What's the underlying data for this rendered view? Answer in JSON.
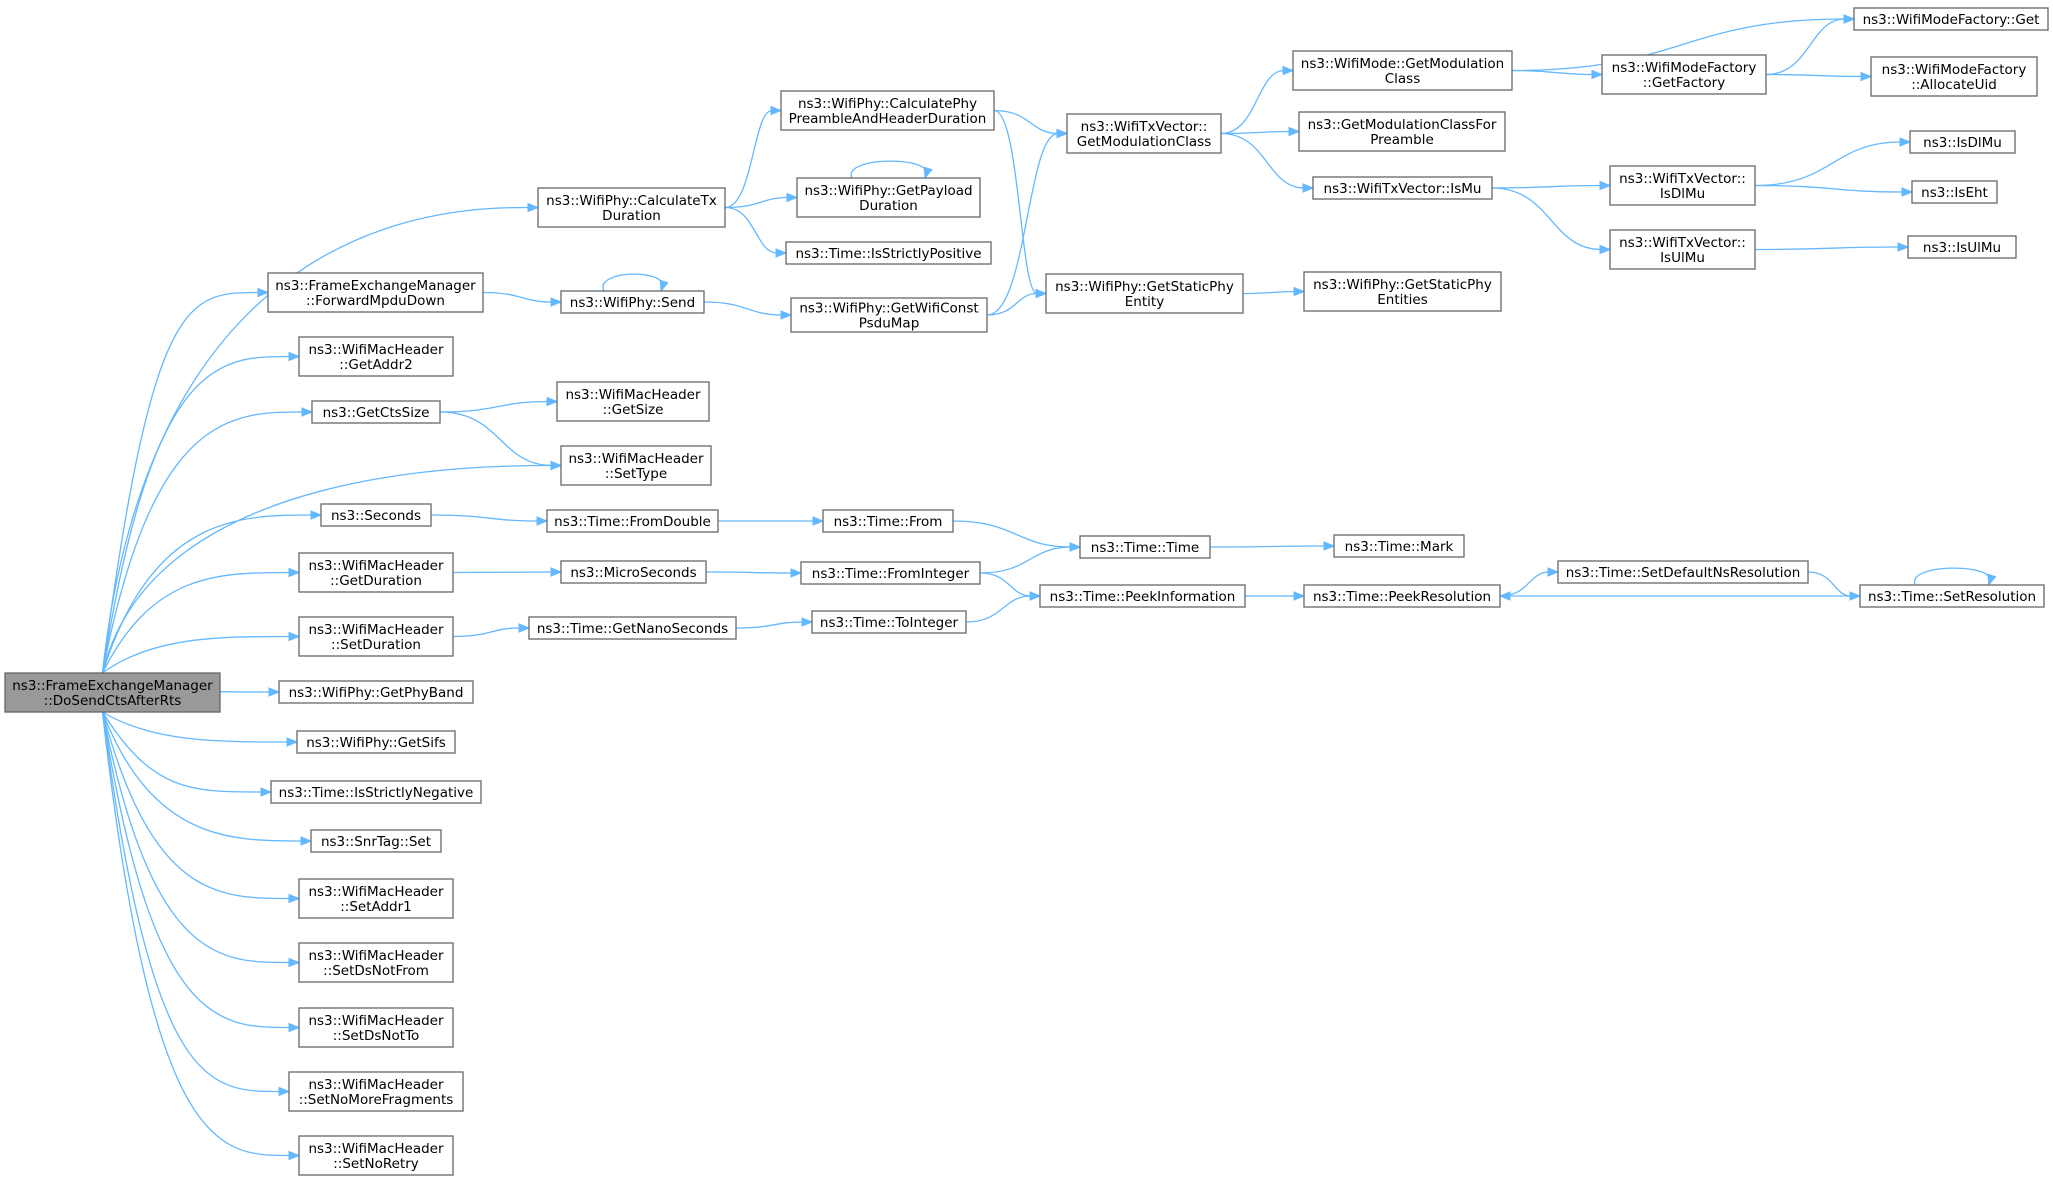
{
  "graph": {
    "nodes": [
      {
        "id": "root",
        "lines": [
          "ns3::FrameExchangeManager",
          "::DoSendCtsAfterRts"
        ],
        "root": true
      },
      {
        "id": "calcTx",
        "lines": [
          "ns3::WifiPhy::CalculateTx",
          "Duration"
        ]
      },
      {
        "id": "fwdMpdu",
        "lines": [
          "ns3::FrameExchangeManager",
          "::ForwardMpduDown"
        ]
      },
      {
        "id": "getAddr2",
        "lines": [
          "ns3::WifiMacHeader",
          "::GetAddr2"
        ]
      },
      {
        "id": "getCtsSize",
        "lines": [
          "ns3::GetCtsSize"
        ]
      },
      {
        "id": "seconds",
        "lines": [
          "ns3::Seconds"
        ]
      },
      {
        "id": "getDuration",
        "lines": [
          "ns3::WifiMacHeader",
          "::GetDuration"
        ]
      },
      {
        "id": "setDuration",
        "lines": [
          "ns3::WifiMacHeader",
          "::SetDuration"
        ]
      },
      {
        "id": "getPhyBand",
        "lines": [
          "ns3::WifiPhy::GetPhyBand"
        ]
      },
      {
        "id": "getSifs",
        "lines": [
          "ns3::WifiPhy::GetSifs"
        ]
      },
      {
        "id": "isStrictlyNeg",
        "lines": [
          "ns3::Time::IsStrictlyNegative"
        ]
      },
      {
        "id": "snrSet",
        "lines": [
          "ns3::SnrTag::Set"
        ]
      },
      {
        "id": "setAddr1",
        "lines": [
          "ns3::WifiMacHeader",
          "::SetAddr1"
        ]
      },
      {
        "id": "setDsNotFrom",
        "lines": [
          "ns3::WifiMacHeader",
          "::SetDsNotFrom"
        ]
      },
      {
        "id": "setDsNotTo",
        "lines": [
          "ns3::WifiMacHeader",
          "::SetDsNotTo"
        ]
      },
      {
        "id": "setNoMoreFrag",
        "lines": [
          "ns3::WifiMacHeader",
          "::SetNoMoreFragments"
        ]
      },
      {
        "id": "setNoRetry",
        "lines": [
          "ns3::WifiMacHeader",
          "::SetNoRetry"
        ]
      },
      {
        "id": "calcPreamble",
        "lines": [
          "ns3::WifiPhy::CalculatePhy",
          "PreambleAndHeaderDuration"
        ]
      },
      {
        "id": "getPayload",
        "lines": [
          "ns3::WifiPhy::GetPayload",
          "Duration"
        ]
      },
      {
        "id": "isStrictlyPos",
        "lines": [
          "ns3::Time::IsStrictlyPositive"
        ]
      },
      {
        "id": "send",
        "lines": [
          "ns3::WifiPhy::Send"
        ]
      },
      {
        "id": "getWifiConst",
        "lines": [
          "ns3::WifiPhy::GetWifiConst",
          "PsduMap"
        ]
      },
      {
        "id": "getSize",
        "lines": [
          "ns3::WifiMacHeader",
          "::GetSize"
        ]
      },
      {
        "id": "setType",
        "lines": [
          "ns3::WifiMacHeader",
          "::SetType"
        ]
      },
      {
        "id": "fromDouble",
        "lines": [
          "ns3::Time::FromDouble"
        ]
      },
      {
        "id": "from",
        "lines": [
          "ns3::Time::From"
        ]
      },
      {
        "id": "microSeconds",
        "lines": [
          "ns3::MicroSeconds"
        ]
      },
      {
        "id": "fromInteger",
        "lines": [
          "ns3::Time::FromInteger"
        ]
      },
      {
        "id": "getNano",
        "lines": [
          "ns3::Time::GetNanoSeconds"
        ]
      },
      {
        "id": "toInteger",
        "lines": [
          "ns3::Time::ToInteger"
        ]
      },
      {
        "id": "txGetModClass",
        "lines": [
          "ns3::WifiTxVector::",
          "GetModulationClass"
        ]
      },
      {
        "id": "getStaticPhy",
        "lines": [
          "ns3::WifiPhy::GetStaticPhy",
          "Entity"
        ]
      },
      {
        "id": "timeTime",
        "lines": [
          "ns3::Time::Time"
        ]
      },
      {
        "id": "peekInfo",
        "lines": [
          "ns3::Time::PeekInformation"
        ]
      },
      {
        "id": "modeGetModClass",
        "lines": [
          "ns3::WifiMode::GetModulation",
          "Class"
        ]
      },
      {
        "id": "getModClassPreamble",
        "lines": [
          "ns3::GetModulationClassFor",
          "Preamble"
        ]
      },
      {
        "id": "isMu",
        "lines": [
          "ns3::WifiTxVector::IsMu"
        ]
      },
      {
        "id": "getStaticPhyEntities",
        "lines": [
          "ns3::WifiPhy::GetStaticPhy",
          "Entities"
        ]
      },
      {
        "id": "mark",
        "lines": [
          "ns3::Time::Mark"
        ]
      },
      {
        "id": "peekRes",
        "lines": [
          "ns3::Time::PeekResolution"
        ]
      },
      {
        "id": "factoryGetFactory",
        "lines": [
          "ns3::WifiModeFactory",
          "::GetFactory"
        ]
      },
      {
        "id": "txIsDlMu",
        "lines": [
          "ns3::WifiTxVector::",
          "IsDlMu"
        ]
      },
      {
        "id": "txIsUlMu",
        "lines": [
          "ns3::WifiTxVector::",
          "IsUlMu"
        ]
      },
      {
        "id": "setDefaultNs",
        "lines": [
          "ns3::Time::SetDefaultNsResolution"
        ]
      },
      {
        "id": "factoryGet",
        "lines": [
          "ns3::WifiModeFactory::Get"
        ]
      },
      {
        "id": "allocateUid",
        "lines": [
          "ns3::WifiModeFactory",
          "::AllocateUid"
        ]
      },
      {
        "id": "isDlMu",
        "lines": [
          "ns3::IsDlMu"
        ]
      },
      {
        "id": "isEht",
        "lines": [
          "ns3::IsEht"
        ]
      },
      {
        "id": "isUlMu",
        "lines": [
          "ns3::IsUlMu"
        ]
      },
      {
        "id": "setRes",
        "lines": [
          "ns3::Time::SetResolution"
        ]
      }
    ],
    "edges": [
      [
        "root",
        "calcTx"
      ],
      [
        "root",
        "fwdMpdu"
      ],
      [
        "root",
        "getAddr2"
      ],
      [
        "root",
        "getCtsSize"
      ],
      [
        "root",
        "setType"
      ],
      [
        "root",
        "seconds"
      ],
      [
        "root",
        "getDuration"
      ],
      [
        "root",
        "setDuration"
      ],
      [
        "root",
        "getPhyBand"
      ],
      [
        "root",
        "getSifs"
      ],
      [
        "root",
        "isStrictlyNeg"
      ],
      [
        "root",
        "snrSet"
      ],
      [
        "root",
        "setAddr1"
      ],
      [
        "root",
        "setDsNotFrom"
      ],
      [
        "root",
        "setDsNotTo"
      ],
      [
        "root",
        "setNoMoreFrag"
      ],
      [
        "root",
        "setNoRetry"
      ],
      [
        "calcTx",
        "calcPreamble"
      ],
      [
        "calcTx",
        "getPayload"
      ],
      [
        "calcTx",
        "isStrictlyPos"
      ],
      [
        "calcPreamble",
        "txGetModClass"
      ],
      [
        "calcPreamble",
        "getStaticPhy"
      ],
      [
        "getPayload",
        "getPayload"
      ],
      [
        "fwdMpdu",
        "send"
      ],
      [
        "send",
        "send"
      ],
      [
        "send",
        "getWifiConst"
      ],
      [
        "getWifiConst",
        "txGetModClass"
      ],
      [
        "getWifiConst",
        "getStaticPhy"
      ],
      [
        "getStaticPhy",
        "getStaticPhyEntities"
      ],
      [
        "txGetModClass",
        "modeGetModClass"
      ],
      [
        "txGetModClass",
        "getModClassPreamble"
      ],
      [
        "txGetModClass",
        "isMu"
      ],
      [
        "modeGetModClass",
        "factoryGet"
      ],
      [
        "modeGetModClass",
        "factoryGetFactory"
      ],
      [
        "factoryGetFactory",
        "factoryGet"
      ],
      [
        "factoryGetFactory",
        "allocateUid"
      ],
      [
        "isMu",
        "txIsDlMu"
      ],
      [
        "isMu",
        "txIsUlMu"
      ],
      [
        "txIsDlMu",
        "isDlMu"
      ],
      [
        "txIsDlMu",
        "isEht"
      ],
      [
        "txIsUlMu",
        "isUlMu"
      ],
      [
        "getCtsSize",
        "getSize"
      ],
      [
        "getCtsSize",
        "setType"
      ],
      [
        "seconds",
        "fromDouble"
      ],
      [
        "fromDouble",
        "from"
      ],
      [
        "from",
        "timeTime"
      ],
      [
        "timeTime",
        "mark"
      ],
      [
        "getDuration",
        "microSeconds"
      ],
      [
        "microSeconds",
        "fromInteger"
      ],
      [
        "fromInteger",
        "timeTime"
      ],
      [
        "fromInteger",
        "peekInfo"
      ],
      [
        "setDuration",
        "getNano"
      ],
      [
        "getNano",
        "toInteger"
      ],
      [
        "toInteger",
        "peekInfo"
      ],
      [
        "peekInfo",
        "peekRes"
      ],
      [
        "peekRes",
        "setDefaultNs"
      ],
      [
        "setDefaultNs",
        "setRes"
      ],
      [
        "setRes",
        "peekRes"
      ],
      [
        "setRes",
        "setRes"
      ]
    ]
  }
}
